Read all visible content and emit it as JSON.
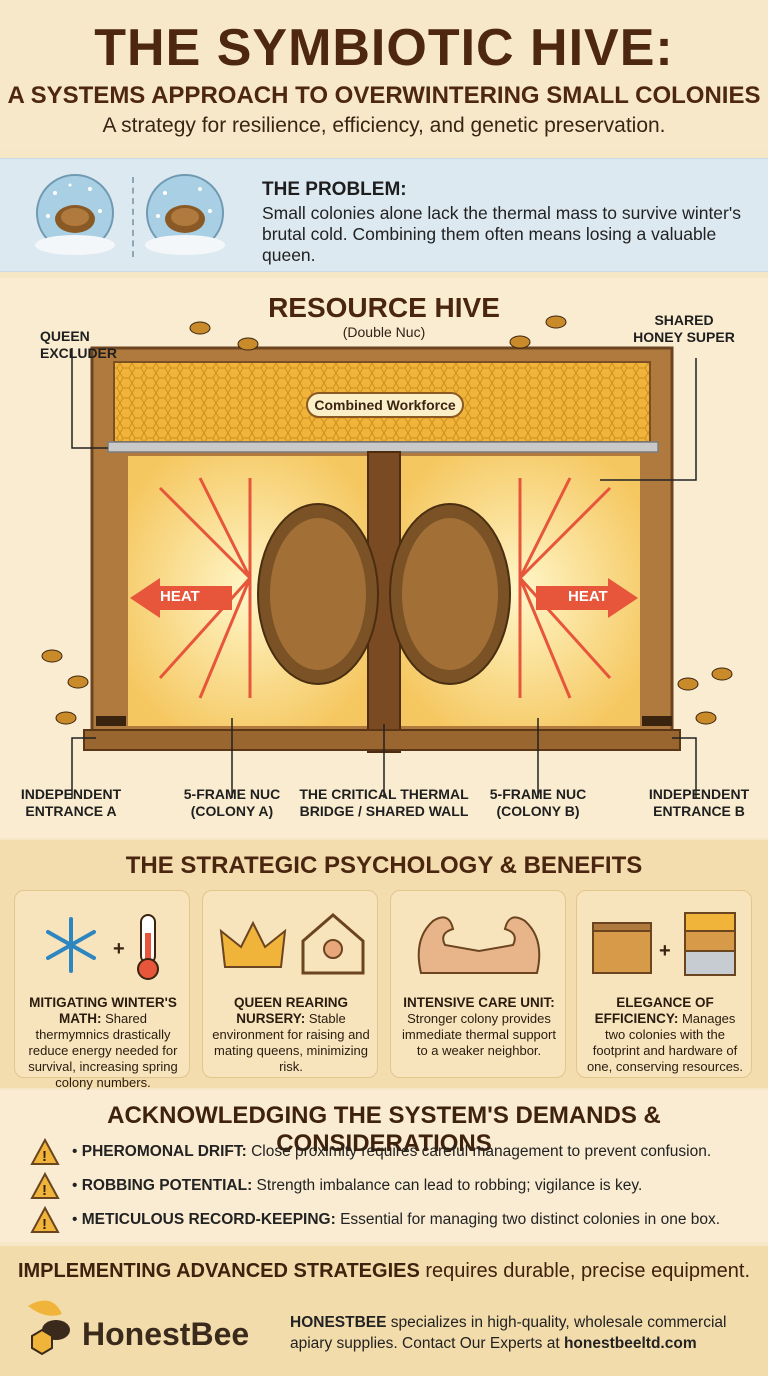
{
  "header": {
    "title": "THE SYMBIOTIC HIVE:",
    "subtitle": "A SYSTEMS APPROACH TO OVERWINTERING SMALL COLONIES",
    "tagline": "A strategy for resilience, efficiency, and genetic preservation."
  },
  "problem": {
    "title": "THE PROBLEM:",
    "text": "Small colonies alone lack the thermal mass to survive winter's brutal cold. Combining them often means losing a valuable queen."
  },
  "hive": {
    "title": "RESOURCE HIVE",
    "subtitle": "(Double Nuc)",
    "labels": {
      "queen_excluder": "QUEEN EXCLUDER",
      "shared_super": "SHARED HONEY SUPER",
      "workforce": "Combined Workforce",
      "heat": "HEAT",
      "entrance_a": "INDEPENDENT ENTRANCE A",
      "nuc_a": "5-FRAME NUC (COLONY A)",
      "bridge": "THE CRITICAL THERMAL BRIDGE / SHARED WALL",
      "nuc_b": "5-FRAME NUC (COLONY B)",
      "entrance_b": "INDEPENDENT ENTRANCE B"
    }
  },
  "benefits": {
    "title": "THE STRATEGIC PSYCHOLOGY & BENEFITS",
    "cards": [
      {
        "heading": "MITIGATING WINTER'S MATH:",
        "text": "Shared thermymnics drastically reduce energy needed for survival, increasing spring colony numbers."
      },
      {
        "heading": "QUEEN REARING NURSERY:",
        "text": "Stable environment for raising and mating queens, minimizing risk."
      },
      {
        "heading": "INTENSIVE CARE UNIT:",
        "text": "Stronger colony provides immediate thermal support to a weaker neighbor."
      },
      {
        "heading": "ELEGANCE OF EFFICIENCY:",
        "text": "Manages two colonies with the footprint and hardware of one, conserving resources."
      }
    ]
  },
  "demands": {
    "title": "ACKNOWLEDGING THE SYSTEM'S DEMANDS & CONSIDERATIONS",
    "items": [
      {
        "heading": "PHEROMONAL DRIFT:",
        "text": "Close proximity requires careful management to prevent confusion."
      },
      {
        "heading": "ROBBING POTENTIAL:",
        "text": "Strength imbalance can lead to robbing; vigilance is key."
      },
      {
        "heading": "METICULOUS RECORD-KEEPING:",
        "text": "Essential for managing two distinct colonies in one box."
      }
    ]
  },
  "footer": {
    "cta_bold": "IMPLEMENTING ADVANCED STRATEGIES",
    "cta_rest": "requires durable, precise equipment.",
    "brand": "HonestBee",
    "contact_bold": "HONESTBEE",
    "contact_text": "specializes in high-quality, wholesale commercial apiary supplies. Contact Our Experts at",
    "contact_site": "honestbeeltd.com"
  },
  "colors": {
    "wood": "#b07a3e",
    "honey": "#e9a92b",
    "heat": "#e7563a",
    "brown_text": "#4e2710"
  }
}
